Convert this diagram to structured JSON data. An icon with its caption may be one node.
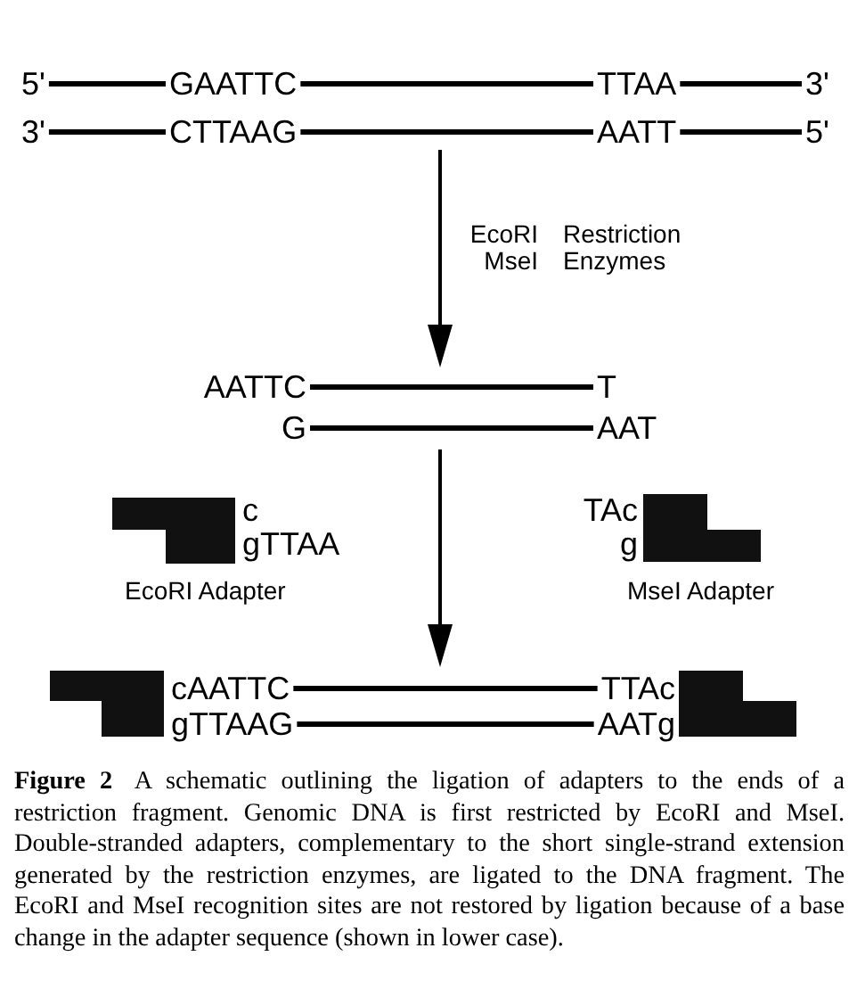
{
  "diagram": {
    "caption": "**Figure 2** A schematic outlining the ligation of adapters to the ends of a restriction fragment. Genomic DNA is first restricted by EcoRI and MseI. Double-stranded adapters, complementary to the short single-strand extension generated by the restriction enzymes, are ligated to the DNA fragment. The EcoRI and MseI recognition sites are not restored by ligation because of a base change in the adapter sequence (shown in lower case).",
    "nodes": [
      {
        "text": [
          "5'",
          "GAATTC",
          "TTAA",
          "3'",
          "3'",
          "CTTAAG",
          "AATT",
          "5'"
        ]
      },
      {
        "text": [
          "AATTC",
          "T",
          "G",
          "AAT"
        ]
      },
      {
        "text": [
          "c",
          "gTTAA"
        ],
        "beside": [
          "EcoRI Adapter"
        ]
      },
      {
        "text": [
          "TAc",
          "g"
        ],
        "beside": [
          "MseI Adapter"
        ]
      },
      {
        "text": [
          "cAATTC",
          "TTAc",
          "gTTAAG",
          "AATg"
        ]
      }
    ],
    "edges": [
      {
        "from": 0,
        "to": 1,
        "arrow": "to"
      },
      {
        "from": 1,
        "to": 4,
        "arrow": "to"
      }
    ],
    "labels": [
      "EcoRI",
      "MseI",
      "Restriction Enzymes"
    ]
  }
}
